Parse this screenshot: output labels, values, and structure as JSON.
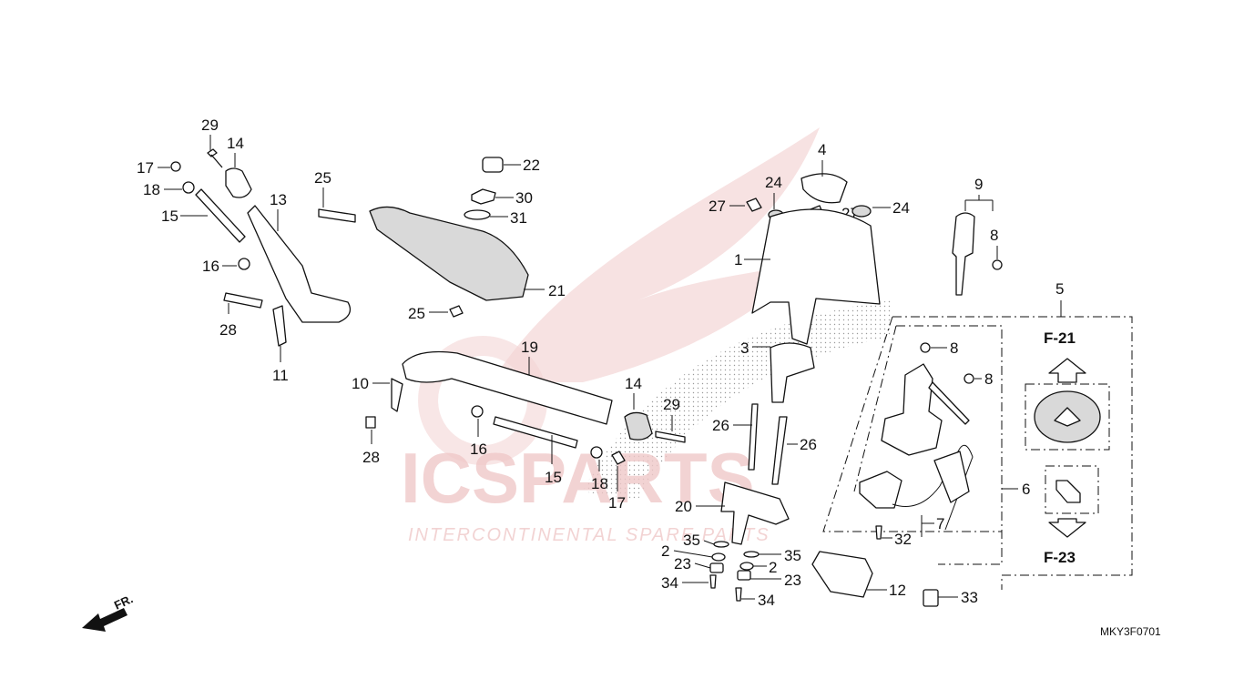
{
  "watermark": {
    "brand": "ICSPARTS",
    "tagline": "INTERCONTINENTAL SPARE PARTS"
  },
  "diagram_code": "MKY3F0701",
  "front_arrow_label": "FR.",
  "box_refs": {
    "top": "F-21",
    "bottom": "F-23"
  },
  "callouts": {
    "c29a": "29",
    "c14a": "14",
    "c17a": "17",
    "c18a": "18",
    "c15a": "15",
    "c16a": "16",
    "c13": "13",
    "c28a": "28",
    "c11": "11",
    "c25a": "25",
    "c22": "22",
    "c30": "30",
    "c31": "31",
    "c21": "21",
    "c25b": "25",
    "c19": "19",
    "c10": "10",
    "c28b": "28",
    "c16b": "16",
    "c15b": "15",
    "c18b": "18",
    "c17b": "17",
    "c14b": "14",
    "c29b": "29",
    "c4": "4",
    "c24a": "24",
    "c27a": "27",
    "c27b": "27",
    "c24b": "24",
    "c1": "1",
    "c3": "3",
    "c26a": "26",
    "c26b": "26",
    "c20": "20",
    "c35a": "35",
    "c2a": "2",
    "c23a": "23",
    "c34a": "34",
    "c35b": "35",
    "c2b": "2",
    "c23b": "23",
    "c34b": "34",
    "c12": "12",
    "c33": "33",
    "c9": "9",
    "c8a": "8",
    "c5": "5",
    "c8b": "8",
    "c8c": "8",
    "c6": "6",
    "c7": "7",
    "c32": "32"
  }
}
